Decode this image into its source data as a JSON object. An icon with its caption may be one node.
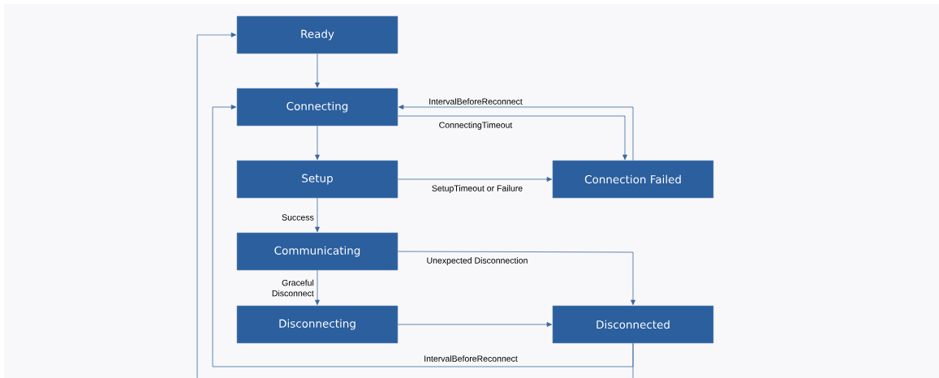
{
  "diagram": {
    "nodes": [
      {
        "text": [
          "Ready"
        ]
      },
      {
        "text": [
          "Connecting"
        ]
      },
      {
        "text": [
          "Setup"
        ]
      },
      {
        "text": [
          "Connection Failed"
        ]
      },
      {
        "text": [
          "Communicating"
        ]
      },
      {
        "text": [
          "Disconnecting"
        ]
      },
      {
        "text": [
          "Disconnected"
        ]
      }
    ],
    "edges": [
      {
        "from": 0,
        "to": 1,
        "arrow": "to"
      },
      {
        "from": 1,
        "to": 3,
        "arrow": "to",
        "label": "ConnectingTimeout"
      },
      {
        "from": 3,
        "to": 1,
        "arrow": "to",
        "label": "IntervalBeforeReconnect"
      },
      {
        "from": 1,
        "to": 2,
        "arrow": "to"
      },
      {
        "from": 2,
        "to": 3,
        "arrow": "to",
        "label": "SetupTimeout or Failure"
      },
      {
        "from": 2,
        "to": 4,
        "arrow": "to",
        "label": "Success"
      },
      {
        "from": 4,
        "to": 6,
        "arrow": "to",
        "label": "Unexpected Disconnection"
      },
      {
        "from": 4,
        "to": 5,
        "arrow": "to",
        "label": "Graceful Disconnect"
      },
      {
        "from": 5,
        "to": 6,
        "arrow": "to"
      },
      {
        "from": 6,
        "to": 1,
        "arrow": "to",
        "label": "IntervalBeforeReconnect"
      },
      {
        "from": null,
        "to": 0,
        "arrow": "to"
      },
      {
        "from": 6,
        "to": null,
        "arrow": "none"
      }
    ]
  }
}
